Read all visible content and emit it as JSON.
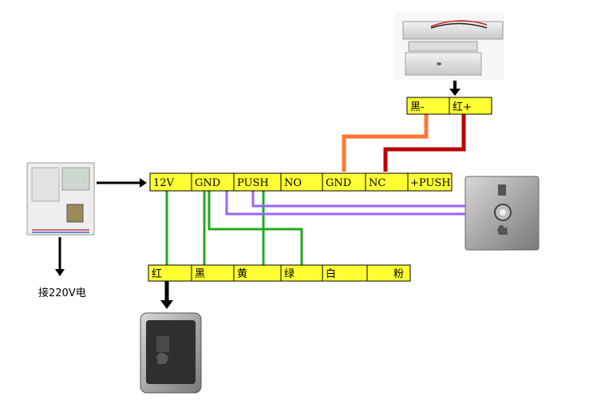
{
  "colors": {
    "terminal_fill": "#ffff33",
    "wire_green": "#22aa22",
    "wire_purple": "#9966ee",
    "wire_orange": "#ff7733",
    "wire_red": "#bb0000",
    "arrow": "#000000"
  },
  "lock_terminals": [
    "黑-",
    "红+"
  ],
  "controller_terminals": [
    "12V",
    "GND",
    "PUSH",
    "NO",
    "GND",
    "NC",
    "+PUSH"
  ],
  "reader_terminals": [
    "红",
    "黑",
    "黄",
    "绿",
    "白",
    "粉"
  ],
  "power_caption": "接220V电",
  "icons": {
    "lock": "magnetic-lock-icon",
    "power": "power-supply-icon",
    "button": "exit-button-icon",
    "reader": "card-reader-icon"
  }
}
